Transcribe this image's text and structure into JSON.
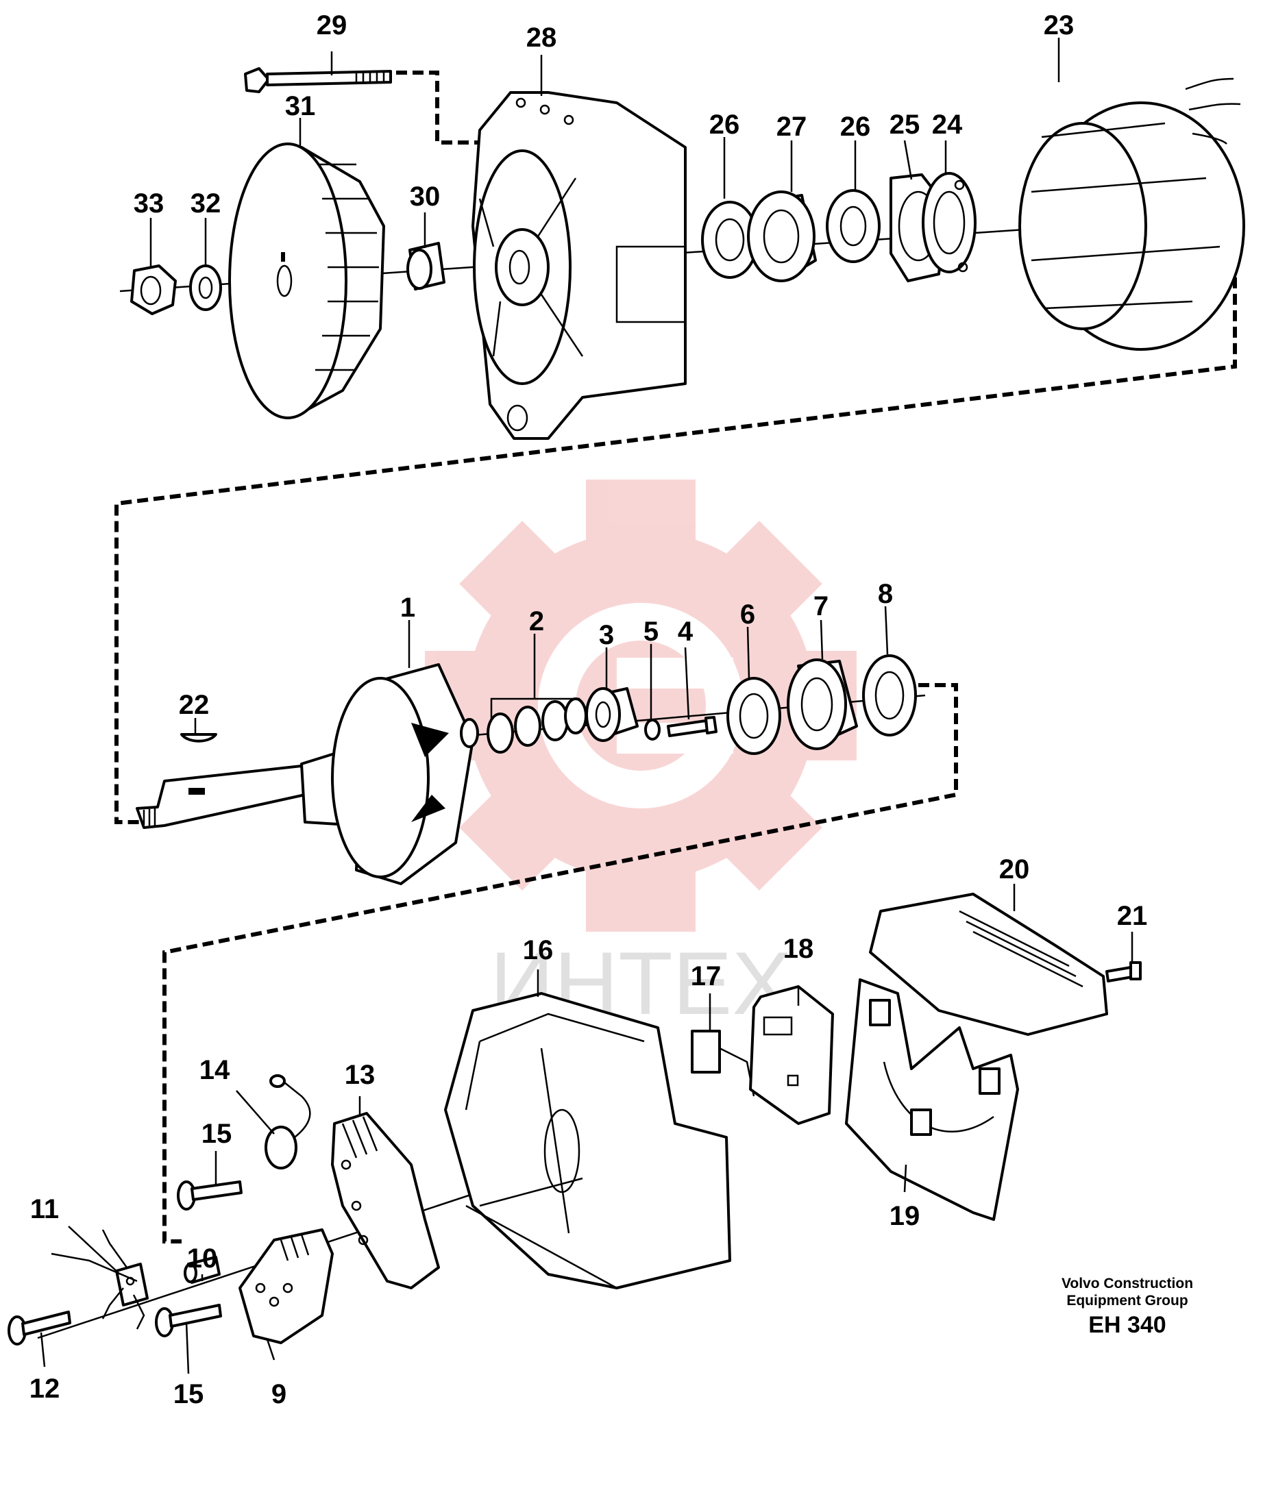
{
  "callouts": {
    "c1": "1",
    "c2": "2",
    "c3": "3",
    "c4": "4",
    "c5": "5",
    "c6": "6",
    "c7": "7",
    "c8": "8",
    "c9": "9",
    "c10": "10",
    "c11": "11",
    "c12": "12",
    "c13": "13",
    "c14": "14",
    "c15a": "15",
    "c15b": "15",
    "c16": "16",
    "c17": "17",
    "c18": "18",
    "c19": "19",
    "c20": "20",
    "c21": "21",
    "c22": "22",
    "c23": "23",
    "c24": "24",
    "c25": "25",
    "c26a": "26",
    "c26b": "26",
    "c27": "27",
    "c28": "28",
    "c29": "29",
    "c30": "30",
    "c31": "31",
    "c32": "32",
    "c33": "33"
  },
  "publisher": {
    "line1": "Volvo Construction",
    "line2": "Equipment Group",
    "code": "EH 340"
  },
  "watermark": {
    "text": "ИНТЕХ",
    "color": "#f4b4b4",
    "text_color": "#d9d9d9"
  },
  "colors": {
    "ink": "#000000",
    "paper": "#ffffff"
  }
}
